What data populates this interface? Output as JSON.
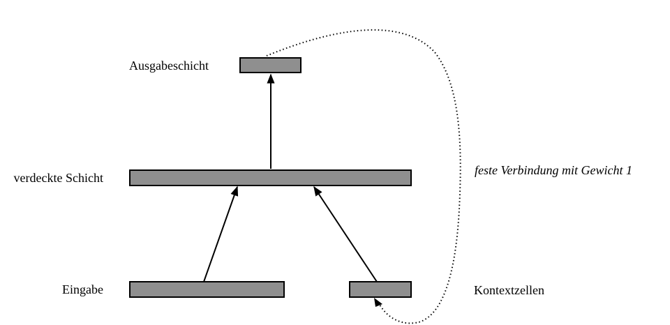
{
  "diagram": {
    "layers": {
      "output": "Ausgabeschicht",
      "hidden": "verdeckte Schicht",
      "input": "Eingabe",
      "context": "Kontextzellen"
    },
    "recurrent_connection_label": "feste Verbindung mit Gewicht 1",
    "colors": {
      "layer_fill": "#8f8f8f",
      "stroke": "#000000"
    }
  }
}
